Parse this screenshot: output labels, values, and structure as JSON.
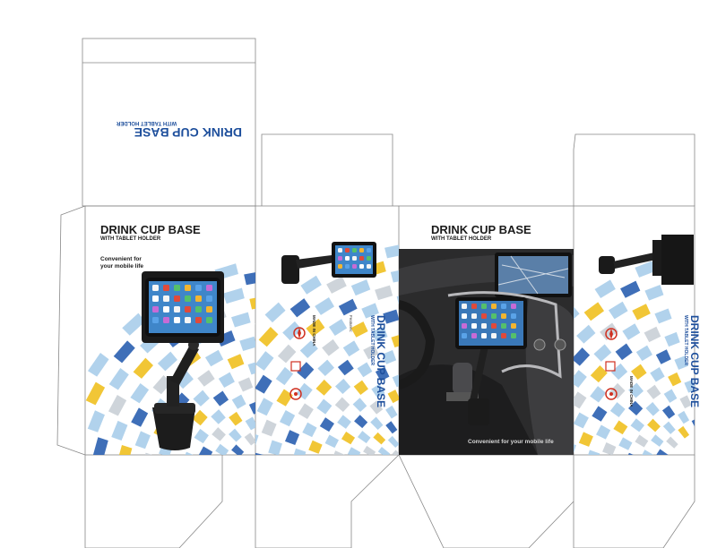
{
  "top_flap": {
    "title": "DRINK CUP BASE",
    "subtitle": "WITH TABLET HOLDER"
  },
  "front_panel": {
    "title": "DRINK CUP BASE",
    "subtitle": "WITH TABLET HOLDER",
    "tagline_1": "Convenient for",
    "tagline_2": "your mobile life"
  },
  "side_panel_1": {
    "title": "DRINK CUP BASE",
    "subtitle": "WITH TABLET HOLDER",
    "features_heading": "Features:",
    "made_in": "MADE IN CHINA"
  },
  "back_panel": {
    "title": "DRINK CUP BASE",
    "subtitle": "WITH TABLET HOLDER",
    "tagline": "Convenient for your mobile life"
  },
  "side_panel_2": {
    "title": "DRINK CUP BASE",
    "subtitle": "WITH TABLET HOLDER",
    "made_in": "MADE IN CHINA"
  },
  "colors": {
    "brand_blue": "#1e4f9c",
    "check_blue": "#2a5fb0",
    "check_light": "#a9cdea",
    "check_yellow": "#f0c020",
    "check_gray": "#c9cfd6",
    "cert_red": "#d03020"
  }
}
